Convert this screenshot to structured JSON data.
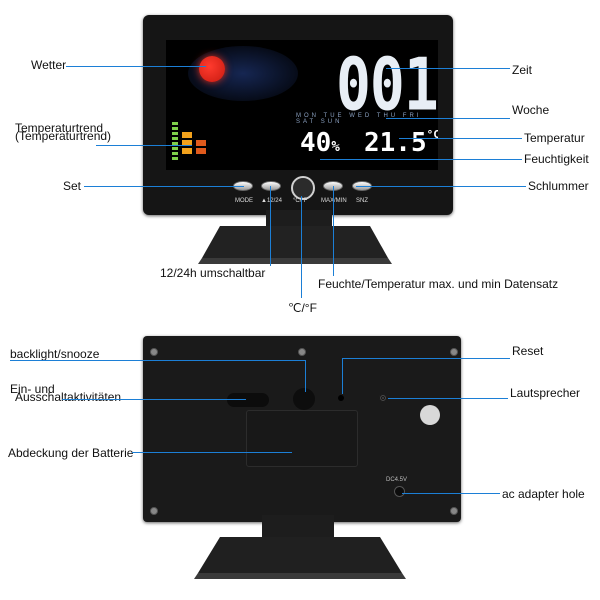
{
  "front": {
    "display": {
      "time": "001",
      "humidity": "40",
      "humidity_unit": "%",
      "temperature": "21.5",
      "temperature_unit": "°C",
      "week": "MON TUE WED THU FRI SAT SUN"
    },
    "buttons": [
      "MODE",
      "▲12/24",
      "°C/°F",
      "MAX/MIN",
      "SNZ"
    ],
    "callouts": {
      "weather": "Wetter",
      "trend_line1": "Temperaturtrend",
      "trend_line2": "(Temperaturtrend)",
      "set": "Set",
      "time": "Zeit",
      "week": "Woche",
      "temperature": "Temperatur",
      "humidity": "Feuchtigkeit",
      "snooze": "Schlummer",
      "hour_switch": "12/24h umschaltbar",
      "max_min": "Feuchte/Temperatur max. und min Datensatz",
      "unit": "℃/°F"
    }
  },
  "back": {
    "dc_label": "DC4.5V",
    "callouts": {
      "backlight": "backlight/snooze",
      "onoff_line1": "Ein- und",
      "onoff_line2": "Ausschaltaktivitäten",
      "battery": "Abdeckung der Batterie",
      "reset": "Reset",
      "speaker": "Lautsprecher",
      "adapter": "ac adapter hole"
    }
  },
  "colors": {
    "callout_line": "#1c7fd6",
    "device_body": "#151515",
    "screen": "#000000",
    "sun": "#e0301e"
  }
}
